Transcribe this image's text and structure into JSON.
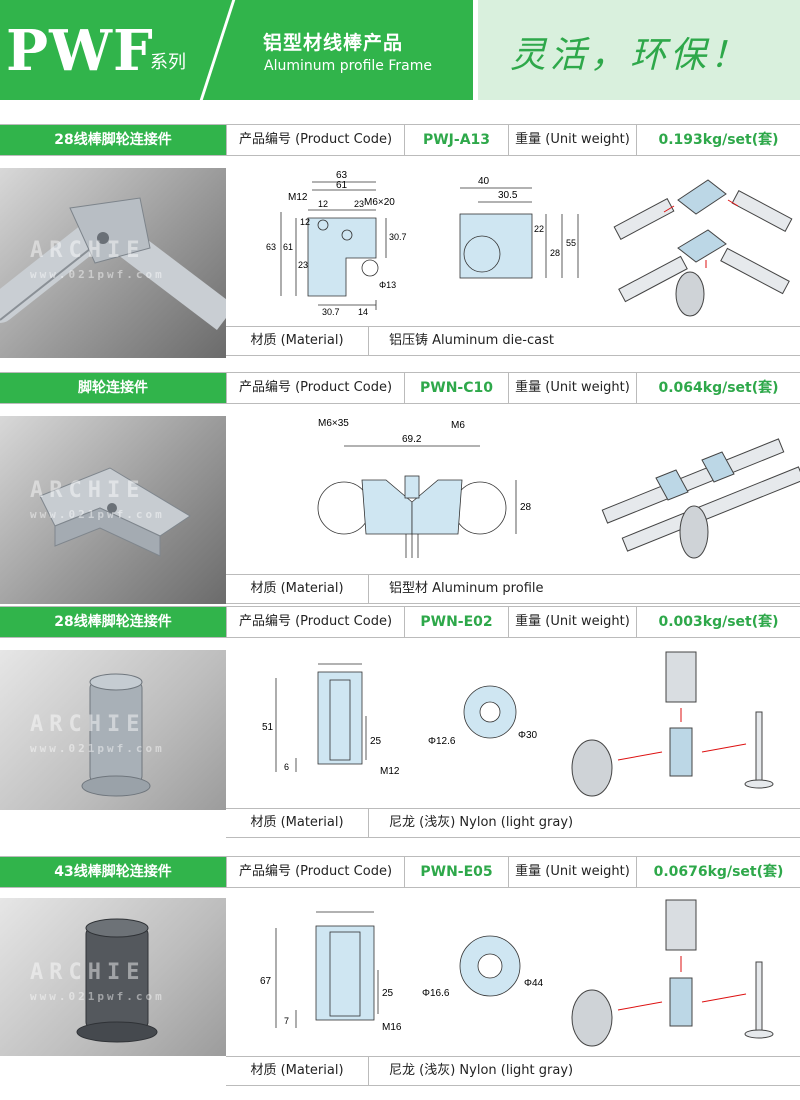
{
  "header": {
    "brand": "PWF",
    "series": "系列",
    "title_cn": "铝型材线棒产品",
    "title_en": "Aluminum profile Frame",
    "slogan": "灵活，环保！"
  },
  "labels": {
    "product_code": "产品编号 (Product Code)",
    "unit_weight": "重量 (Unit weight)",
    "material": "材质 (Material)"
  },
  "watermark": {
    "logo": "ARCHIE",
    "url": "www.021pwf.com"
  },
  "products": [
    {
      "title": "28线棒脚轮连接件",
      "code": "PWJ-A13",
      "weight": "0.193kg/set(套)",
      "material": "铝压铸 Aluminum die-cast",
      "dims": {
        "d63": "63",
        "d61": "61",
        "d12": "12",
        "d23": "23",
        "m12": "M12",
        "m6x20": "M6×20",
        "d307": "30.7",
        "d14": "14",
        "phi13": "Φ13",
        "d40": "40",
        "d305": "30.5",
        "d22": "22",
        "d28": "28",
        "d55": "55"
      }
    },
    {
      "title": "脚轮连接件",
      "code": "PWN-C10",
      "weight": "0.064kg/set(套)",
      "material": "铝型材 Aluminum profile",
      "dims": {
        "m6x35": "M6×35",
        "m6": "M6",
        "d692": "69.2",
        "d28": "28"
      }
    },
    {
      "title": "28线棒脚轮连接件",
      "code": "PWN-E02",
      "weight": "0.003kg/set(套)",
      "material": "尼龙 (浅灰)  Nylon (light gray)",
      "dims": {
        "d51": "51",
        "d25": "25",
        "d6": "6",
        "m12": "M12",
        "phi126": "Φ12.6",
        "phi30": "Φ30"
      }
    },
    {
      "title": "43线棒脚轮连接件",
      "code": "PWN-E05",
      "weight": "0.0676kg/set(套)",
      "material": "尼龙 (浅灰)  Nylon (light gray)",
      "dims": {
        "d67": "67",
        "d25": "25",
        "d7": "7",
        "m16": "M16",
        "phi166": "Φ16.6",
        "phi44": "Φ44"
      }
    }
  ]
}
